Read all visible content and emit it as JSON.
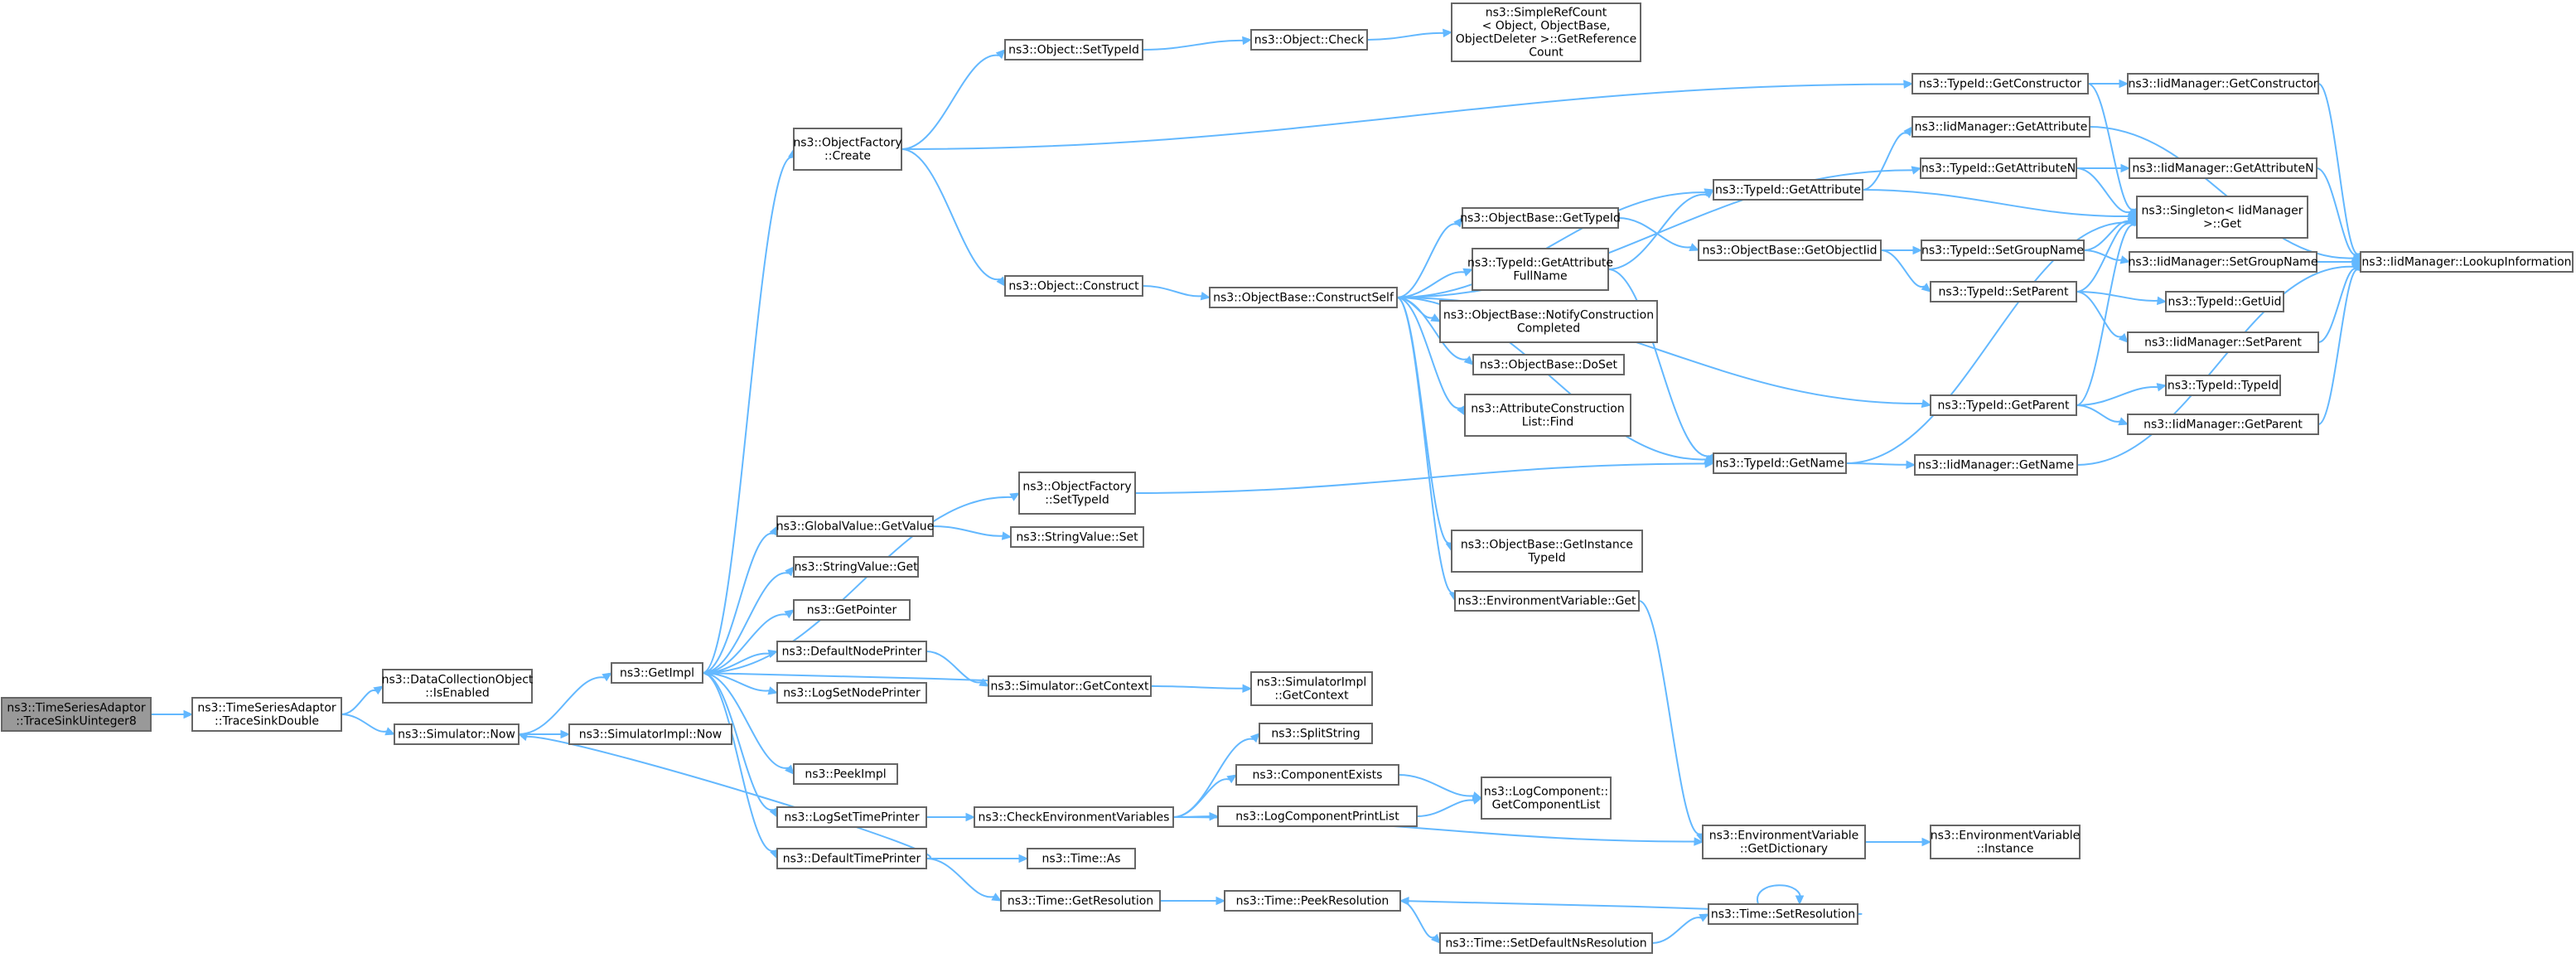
{
  "graph": {
    "title": "",
    "colors": {
      "edge": "#63b8ff",
      "node_border": "#666666",
      "root_fill": "#999999",
      "node_fill": "#ffffff"
    },
    "nodes": [
      {
        "id": "root",
        "lines": [
          "ns3::TimeSeriesAdaptor",
          "::TraceSinkUinteger8"
        ],
        "root": true
      },
      {
        "id": "tsd",
        "lines": [
          "ns3::TimeSeriesAdaptor",
          "::TraceSinkDouble"
        ]
      },
      {
        "id": "dco",
        "lines": [
          "ns3::DataCollectionObject",
          "::IsEnabled"
        ]
      },
      {
        "id": "simnow",
        "lines": [
          "ns3::Simulator::Now"
        ]
      },
      {
        "id": "getimpl",
        "lines": [
          "ns3::GetImpl"
        ]
      },
      {
        "id": "simimplnow",
        "lines": [
          "ns3::SimulatorImpl::Now"
        ]
      },
      {
        "id": "ofcreate",
        "lines": [
          "ns3::ObjectFactory",
          "::Create"
        ]
      },
      {
        "id": "ofsettypeid",
        "lines": [
          "ns3::ObjectFactory",
          "::SetTypeId"
        ]
      },
      {
        "id": "gvget",
        "lines": [
          "ns3::GlobalValue::GetValue"
        ]
      },
      {
        "id": "svget",
        "lines": [
          "ns3::StringValue::Get"
        ]
      },
      {
        "id": "getpointer",
        "lines": [
          "ns3::GetPointer"
        ]
      },
      {
        "id": "defnode",
        "lines": [
          "ns3::DefaultNodePrinter"
        ]
      },
      {
        "id": "logsetnode",
        "lines": [
          "ns3::LogSetNodePrinter"
        ]
      },
      {
        "id": "peekimpl",
        "lines": [
          "ns3::PeekImpl"
        ]
      },
      {
        "id": "logsettime",
        "lines": [
          "ns3::LogSetTimePrinter"
        ]
      },
      {
        "id": "deftime",
        "lines": [
          "ns3::DefaultTimePrinter"
        ]
      },
      {
        "id": "objsettypeid",
        "lines": [
          "ns3::Object::SetTypeId"
        ]
      },
      {
        "id": "objconstruct",
        "lines": [
          "ns3::Object::Construct"
        ]
      },
      {
        "id": "objcheck",
        "lines": [
          "ns3::Object::Check"
        ]
      },
      {
        "id": "simplerefcount",
        "lines": [
          "ns3::SimpleRefCount",
          "< Object, ObjectBase,",
          "ObjectDeleter >::GetReference",
          "Count"
        ]
      },
      {
        "id": "construct",
        "lines": [
          "ns3::ObjectBase::ConstructSelf"
        ]
      },
      {
        "id": "svset",
        "lines": [
          "ns3::StringValue::Set"
        ]
      },
      {
        "id": "simgetctx",
        "lines": [
          "ns3::Simulator::GetContext"
        ]
      },
      {
        "id": "simimplctx",
        "lines": [
          "ns3::SimulatorImpl",
          "::GetContext"
        ]
      },
      {
        "id": "checkenv",
        "lines": [
          "ns3::CheckEnvironmentVariables"
        ]
      },
      {
        "id": "timeas",
        "lines": [
          "ns3::Time::As"
        ]
      },
      {
        "id": "timegetres",
        "lines": [
          "ns3::Time::GetResolution"
        ]
      },
      {
        "id": "obgettypeid",
        "lines": [
          "ns3::ObjectBase::GetTypeId"
        ]
      },
      {
        "id": "getattrfull",
        "lines": [
          "ns3::TypeId::GetAttribute",
          "FullName"
        ]
      },
      {
        "id": "obnotify",
        "lines": [
          "ns3::ObjectBase::NotifyConstruction",
          "Completed"
        ]
      },
      {
        "id": "obdoset",
        "lines": [
          "ns3::ObjectBase::DoSet"
        ]
      },
      {
        "id": "attrfind",
        "lines": [
          "ns3::AttributeConstruction",
          "List::Find"
        ]
      },
      {
        "id": "obgetinst",
        "lines": [
          "ns3::ObjectBase::GetInstance",
          "TypeId"
        ]
      },
      {
        "id": "envget",
        "lines": [
          "ns3::EnvironmentVariable::Get"
        ]
      },
      {
        "id": "splitstring",
        "lines": [
          "ns3::SplitString"
        ]
      },
      {
        "id": "compexists",
        "lines": [
          "ns3::ComponentExists"
        ]
      },
      {
        "id": "logcompprint",
        "lines": [
          "ns3::LogComponentPrintList"
        ]
      },
      {
        "id": "logcompget",
        "lines": [
          "ns3::LogComponent::",
          "GetComponentList"
        ]
      },
      {
        "id": "peekres",
        "lines": [
          "ns3::Time::PeekResolution"
        ]
      },
      {
        "id": "setdefaultns",
        "lines": [
          "ns3::Time::SetDefaultNsResolution"
        ]
      },
      {
        "id": "tigetconstructor",
        "lines": [
          "ns3::TypeId::GetConstructor"
        ]
      },
      {
        "id": "tigetattr",
        "lines": [
          "ns3::TypeId::GetAttribute"
        ]
      },
      {
        "id": "obgetobjectiid",
        "lines": [
          "ns3::ObjectBase::GetObjectIid"
        ]
      },
      {
        "id": "tigetname",
        "lines": [
          "ns3::TypeId::GetName"
        ]
      },
      {
        "id": "envgetdict",
        "lines": [
          "ns3::EnvironmentVariable",
          "::GetDictionary"
        ]
      },
      {
        "id": "timesetres",
        "lines": [
          "ns3::Time::SetResolution"
        ]
      },
      {
        "id": "iidgetattr",
        "lines": [
          "ns3::IidManager::GetAttribute"
        ]
      },
      {
        "id": "tigetattrn",
        "lines": [
          "ns3::TypeId::GetAttributeN"
        ]
      },
      {
        "id": "tisetgroup",
        "lines": [
          "ns3::TypeId::SetGroupName"
        ]
      },
      {
        "id": "tisetparent",
        "lines": [
          "ns3::TypeId::SetParent"
        ]
      },
      {
        "id": "tigetparent",
        "lines": [
          "ns3::TypeId::GetParent"
        ]
      },
      {
        "id": "iidgetname",
        "lines": [
          "ns3::IidManager::GetName"
        ]
      },
      {
        "id": "envinstance",
        "lines": [
          "ns3::EnvironmentVariable",
          "::Instance"
        ]
      },
      {
        "id": "iidgetconstructor",
        "lines": [
          "ns3::IidManager::GetConstructor"
        ]
      },
      {
        "id": "iidgetattrn",
        "lines": [
          "ns3::IidManager::GetAttributeN"
        ]
      },
      {
        "id": "singleton",
        "lines": [
          "ns3::Singleton< IidManager",
          ">::Get"
        ]
      },
      {
        "id": "iidsetgroup",
        "lines": [
          "ns3::IidManager::SetGroupName"
        ]
      },
      {
        "id": "tigetuid",
        "lines": [
          "ns3::TypeId::GetUid"
        ]
      },
      {
        "id": "iidsetparent",
        "lines": [
          "ns3::IidManager::SetParent"
        ]
      },
      {
        "id": "titypeid",
        "lines": [
          "ns3::TypeId::TypeId"
        ]
      },
      {
        "id": "iidgetparent",
        "lines": [
          "ns3::IidManager::GetParent"
        ]
      },
      {
        "id": "iidlookup",
        "lines": [
          "ns3::IidManager::LookupInformation"
        ]
      }
    ],
    "edges": [
      [
        "root",
        "tsd"
      ],
      [
        "tsd",
        "dco"
      ],
      [
        "tsd",
        "simnow"
      ],
      [
        "simnow",
        "getimpl"
      ],
      [
        "simnow",
        "simimplnow"
      ],
      [
        "getimpl",
        "ofcreate"
      ],
      [
        "getimpl",
        "ofsettypeid"
      ],
      [
        "getimpl",
        "gvget"
      ],
      [
        "getimpl",
        "svget"
      ],
      [
        "getimpl",
        "getpointer"
      ],
      [
        "getimpl",
        "defnode"
      ],
      [
        "getimpl",
        "logsetnode"
      ],
      [
        "getimpl",
        "peekimpl"
      ],
      [
        "getimpl",
        "logsettime"
      ],
      [
        "getimpl",
        "deftime"
      ],
      [
        "ofcreate",
        "objsettypeid"
      ],
      [
        "ofcreate",
        "objconstruct"
      ],
      [
        "ofcreate",
        "tigetconstructor"
      ],
      [
        "objsettypeid",
        "objcheck"
      ],
      [
        "objcheck",
        "simplerefcount"
      ],
      [
        "objconstruct",
        "construct"
      ],
      [
        "ofsettypeid",
        "tigetname"
      ],
      [
        "gvget",
        "svset"
      ],
      [
        "defnode",
        "simgetctx"
      ],
      [
        "simgetctx",
        "simimplctx"
      ],
      [
        "simgetctx",
        "getimpl"
      ],
      [
        "logsettime",
        "checkenv"
      ],
      [
        "deftime",
        "timeas"
      ],
      [
        "deftime",
        "timegetres"
      ],
      [
        "deftime",
        "simnow"
      ],
      [
        "construct",
        "obgettypeid"
      ],
      [
        "construct",
        "getattrfull"
      ],
      [
        "construct",
        "obnotify"
      ],
      [
        "construct",
        "obdoset"
      ],
      [
        "construct",
        "attrfind"
      ],
      [
        "construct",
        "obgetinst"
      ],
      [
        "construct",
        "envget"
      ],
      [
        "construct",
        "tigetattr"
      ],
      [
        "construct",
        "tigetattrn"
      ],
      [
        "construct",
        "tigetname"
      ],
      [
        "construct",
        "tigetparent"
      ],
      [
        "checkenv",
        "splitstring"
      ],
      [
        "checkenv",
        "compexists"
      ],
      [
        "checkenv",
        "logcompprint"
      ],
      [
        "checkenv",
        "envgetdict"
      ],
      [
        "compexists",
        "logcompget"
      ],
      [
        "logcompprint",
        "logcompget"
      ],
      [
        "timegetres",
        "peekres"
      ],
      [
        "peekres",
        "setdefaultns"
      ],
      [
        "setdefaultns",
        "timesetres"
      ],
      [
        "timesetres",
        "peekres"
      ],
      [
        "timesetres",
        "timesetres"
      ],
      [
        "obgettypeid",
        "obgetobjectiid"
      ],
      [
        "getattrfull",
        "tigetattr"
      ],
      [
        "getattrfull",
        "tigetname"
      ],
      [
        "envget",
        "envgetdict"
      ],
      [
        "envgetdict",
        "envinstance"
      ],
      [
        "tigetconstructor",
        "iidgetconstructor"
      ],
      [
        "tigetconstructor",
        "singleton"
      ],
      [
        "tigetattr",
        "iidgetattr"
      ],
      [
        "tigetattr",
        "singleton"
      ],
      [
        "tigetattrn",
        "iidgetattrn"
      ],
      [
        "tigetattrn",
        "singleton"
      ],
      [
        "obgetobjectiid",
        "tisetgroup"
      ],
      [
        "obgetobjectiid",
        "tisetparent"
      ],
      [
        "tisetgroup",
        "iidsetgroup"
      ],
      [
        "tisetgroup",
        "singleton"
      ],
      [
        "tisetparent",
        "tigetuid"
      ],
      [
        "tisetparent",
        "iidsetparent"
      ],
      [
        "tisetparent",
        "singleton"
      ],
      [
        "tigetparent",
        "titypeid"
      ],
      [
        "tigetparent",
        "iidgetparent"
      ],
      [
        "tigetparent",
        "singleton"
      ],
      [
        "tigetname",
        "iidgetname"
      ],
      [
        "tigetname",
        "singleton"
      ],
      [
        "iidgetconstructor",
        "iidlookup"
      ],
      [
        "iidgetattr",
        "iidlookup"
      ],
      [
        "iidgetattrn",
        "iidlookup"
      ],
      [
        "iidsetgroup",
        "iidlookup"
      ],
      [
        "iidsetparent",
        "iidlookup"
      ],
      [
        "iidgetparent",
        "iidlookup"
      ],
      [
        "iidgetname",
        "iidlookup"
      ]
    ]
  }
}
